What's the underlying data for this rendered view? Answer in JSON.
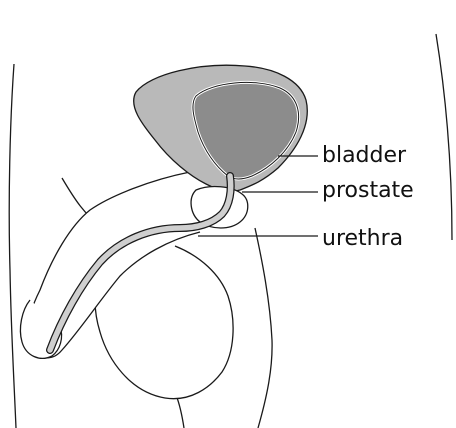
{
  "labels": {
    "bladder": "bladder",
    "prostate": "prostate",
    "urethra": "urethra"
  },
  "colors": {
    "outline": "#1a1a1a",
    "bladder_fill": "#b9b9b9",
    "bladder_inner_fill": "#8c8c8c",
    "urethra_fill": "#cfcfcf",
    "prostate_fill": "#ffffff",
    "background": "#ffffff"
  }
}
